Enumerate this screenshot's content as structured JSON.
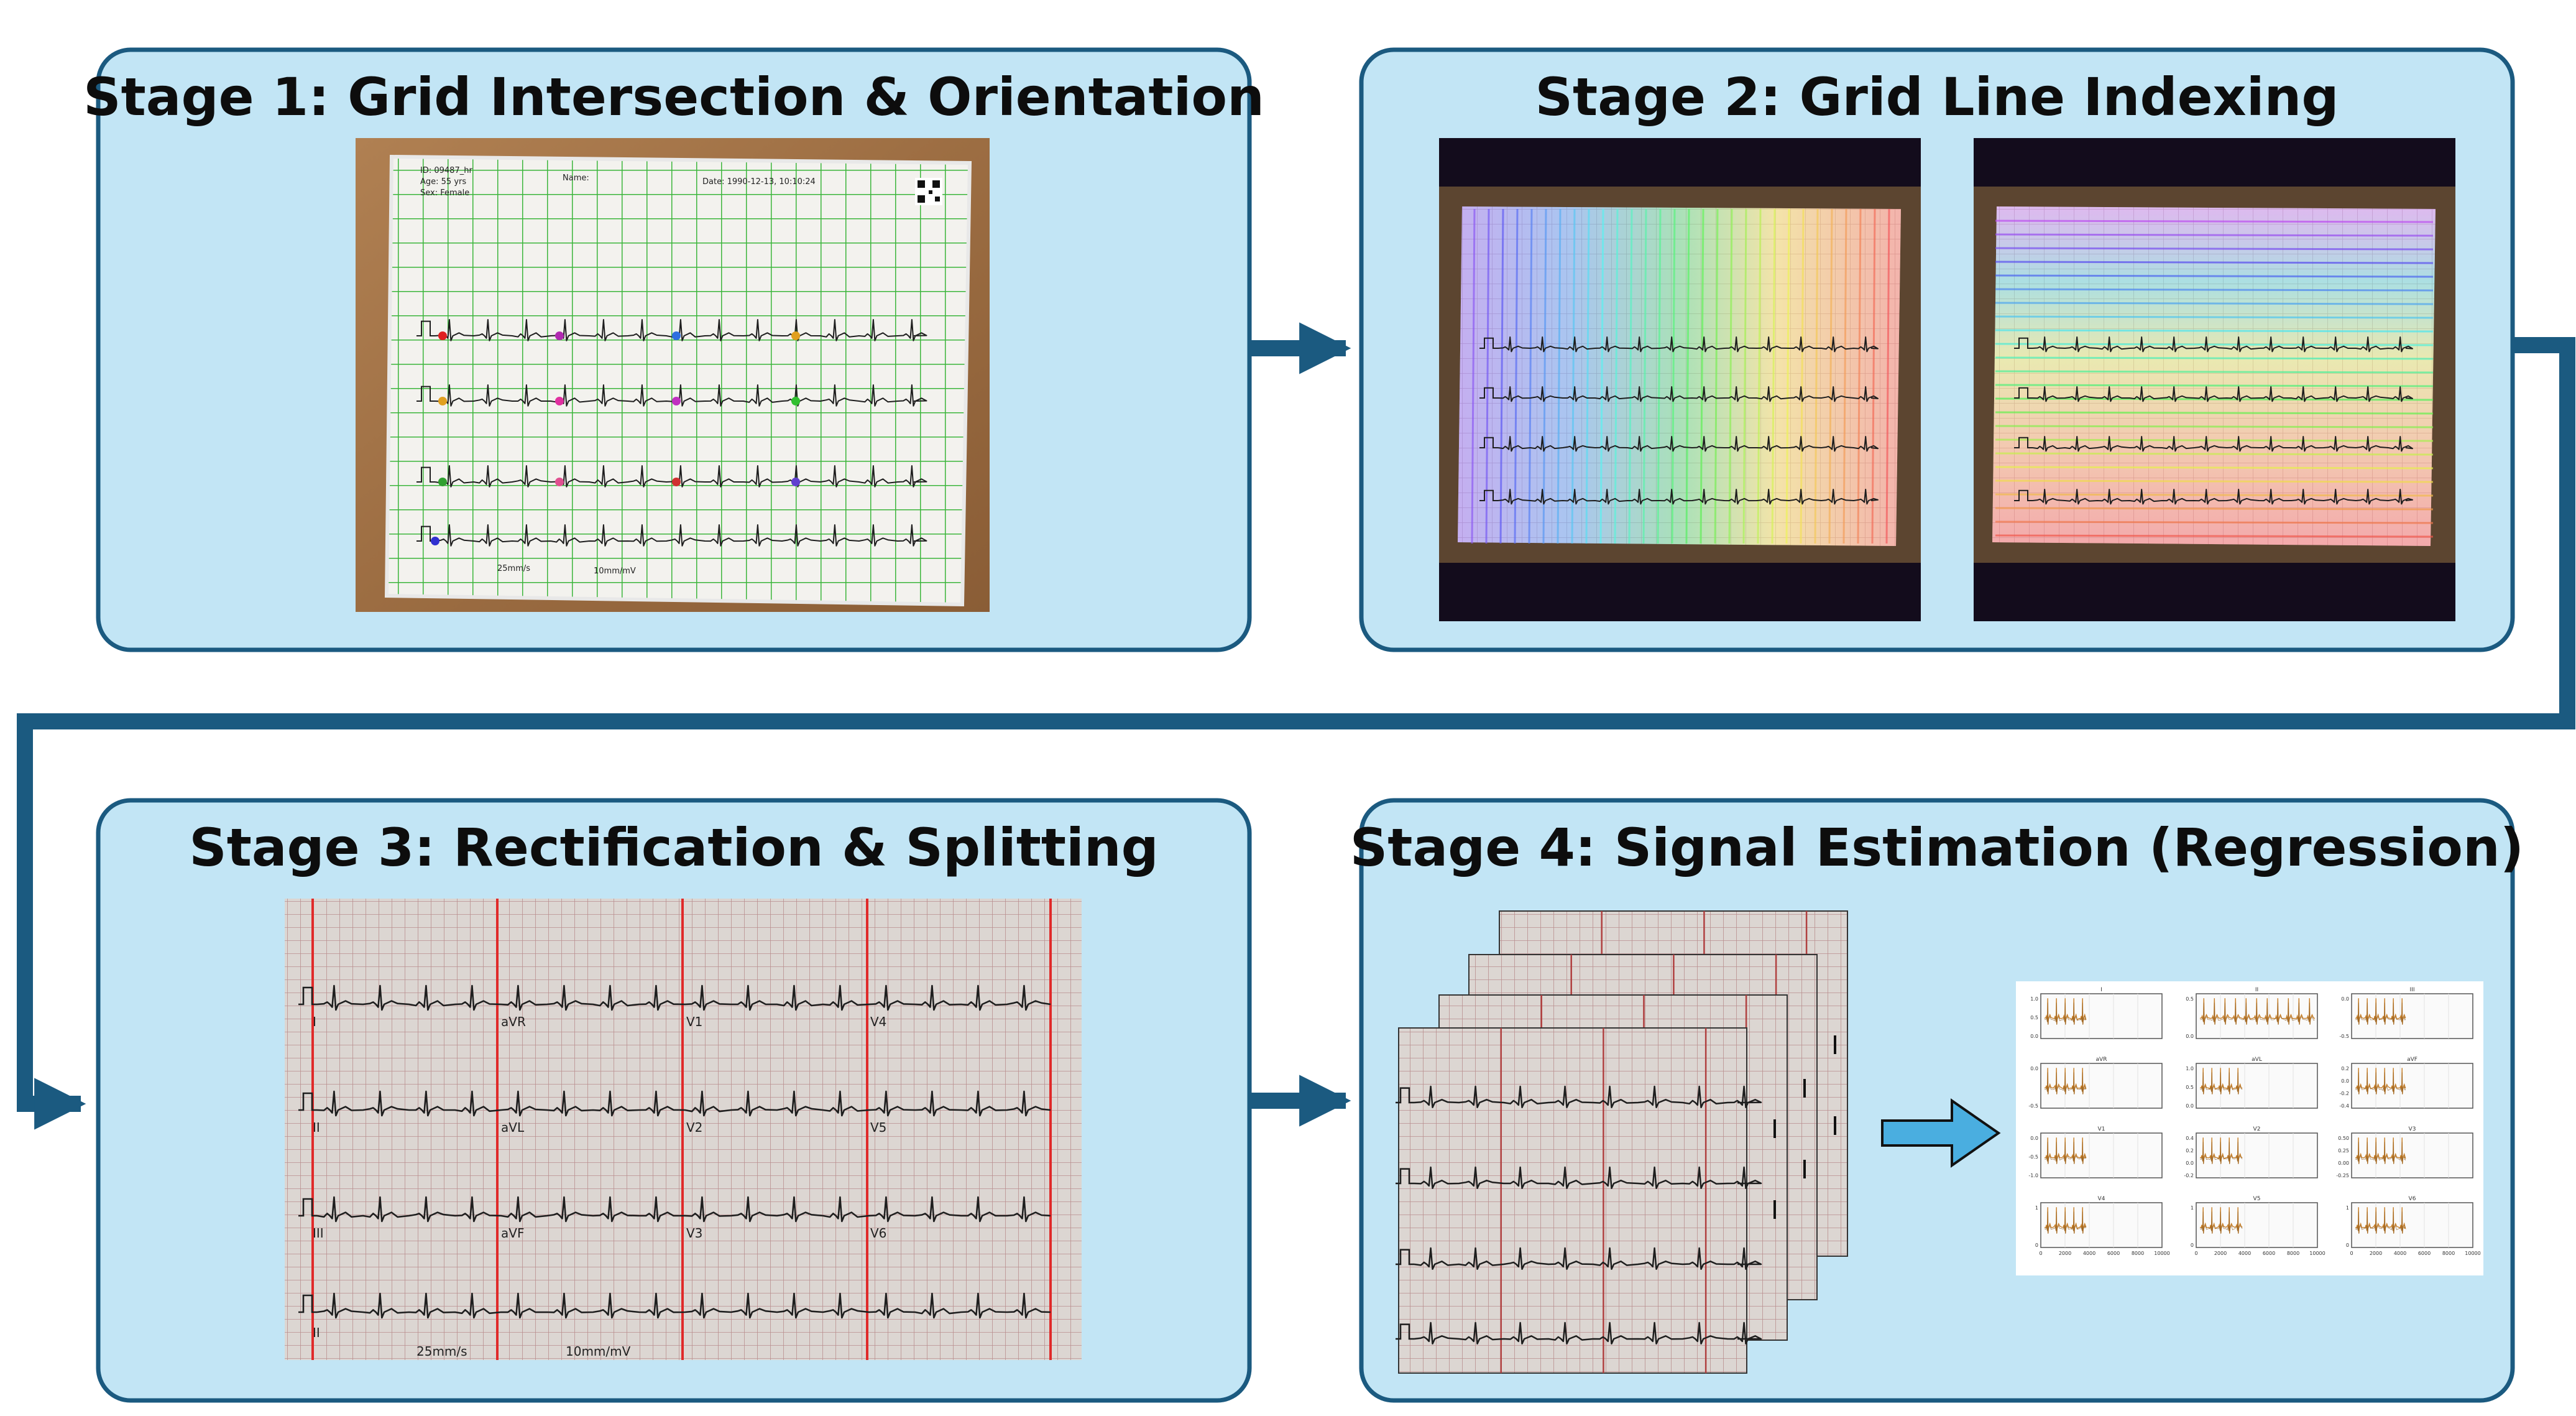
{
  "stages": [
    {
      "title": "Stage 1: Grid Intersection & Orientation"
    },
    {
      "title": "Stage 2: Grid Line Indexing"
    },
    {
      "title": "Stage 3: Rectification & Splitting"
    },
    {
      "title": "Stage 4: Signal Estimation (Regression)"
    }
  ],
  "ecg": {
    "id": "ID: 09487_hr",
    "age": "Age: 55 yrs",
    "sex": "Sex: Female",
    "name": "Name:",
    "date": "Date: 1990-12-13, 10:10:24",
    "paper_speed": "25mm/s",
    "gain": "10mm/mV",
    "leads": [
      [
        "I",
        "aVR",
        "V1",
        "V4"
      ],
      [
        "II",
        "aVL",
        "V2",
        "V5"
      ],
      [
        "III",
        "aVF",
        "V3",
        "V6"
      ],
      [
        "II"
      ]
    ]
  },
  "signal_plots": {
    "panels": [
      "I",
      "II",
      "III",
      "aVR",
      "aVL",
      "aVF",
      "V1",
      "V2",
      "V3",
      "V4",
      "V5",
      "V6"
    ],
    "x_ticks": [
      "0",
      "2000",
      "4000",
      "6000",
      "8000",
      "10000"
    ],
    "y_ticks": [
      [
        "1.0",
        "0.5",
        "0.0"
      ],
      [
        "0.5",
        "0.0"
      ],
      [
        "0.0",
        "-0.5"
      ],
      [
        "0.0",
        "-0.5"
      ],
      [
        "1.0",
        "0.5",
        "0.0"
      ],
      [
        "0.2",
        "0.0",
        "-0.2",
        "-0.4"
      ],
      [
        "0.0",
        "-0.5",
        "-1.0"
      ],
      [
        "0.4",
        "0.2",
        "0.0",
        "-0.2"
      ],
      [
        "0.50",
        "0.25",
        "0.00",
        "-0.25"
      ],
      [
        "1",
        "0"
      ],
      [
        "1",
        "0"
      ],
      [
        "1",
        "0"
      ]
    ]
  },
  "colors": {
    "panel_fill": "#c2e5f5",
    "panel_border": "#1b5a80",
    "arrow": "#1b5a80",
    "small_arrow_fill": "#4aaee0",
    "ecg_red_grid": "#d92a2a",
    "ecg_green_grid": "#35b035",
    "trace": "#1e1e1e",
    "signal_trace": "#c8802a"
  }
}
